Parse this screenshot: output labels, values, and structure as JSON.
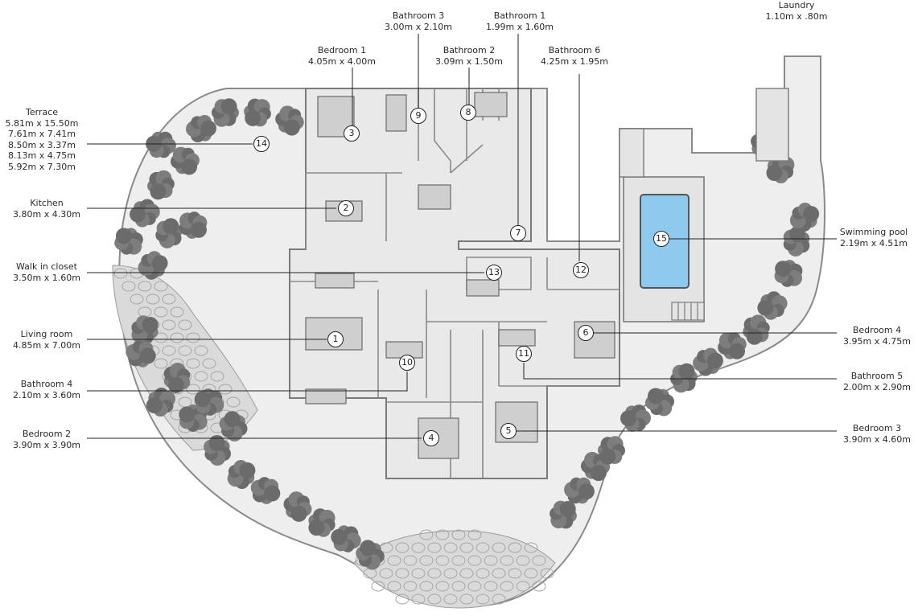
{
  "rooms": {
    "bathroom3": {
      "name": "Bathroom 3",
      "dims": "3.00m x 2.10m"
    },
    "bathroom1": {
      "name": "Bathroom 1",
      "dims": "1.99m x 1.60m"
    },
    "laundry": {
      "name": "Laundry",
      "dims": "1.10m x .80m"
    },
    "bedroom1": {
      "name": "Bedroom 1",
      "dims": "4.05m x 4.00m"
    },
    "bathroom2": {
      "name": "Bathroom 2",
      "dims": "3.09m x 1.50m"
    },
    "bathroom6": {
      "name": "Bathroom 6",
      "dims": "4.25m x 1.95m"
    },
    "terrace": {
      "name": "Terrace",
      "dims": [
        "5.81m x 15.50m",
        "7.61m x 7.41m",
        "8.50m x 3.37m",
        "8.13m x 4.75m",
        "5.92m x 7.30m"
      ]
    },
    "kitchen": {
      "name": "Kitchen",
      "dims": "3.80m x 4.30m"
    },
    "walkin": {
      "name": "Walk in closet",
      "dims": "3.50m x 1.60m"
    },
    "living": {
      "name": "Living room",
      "dims": "4.85m x 7.00m"
    },
    "bathroom4": {
      "name": "Bathroom 4",
      "dims": "2.10m x 3.60m"
    },
    "bedroom2": {
      "name": "Bedroom 2",
      "dims": "3.90m x 3.90m"
    },
    "pool": {
      "name": "Swimming pool",
      "dims": "2.19m x 4.51m"
    },
    "bedroom4": {
      "name": "Bedroom 4",
      "dims": "3.95m x 4.75m"
    },
    "bathroom5": {
      "name": "Bathroom 5",
      "dims": "2.00m x 2.90m"
    },
    "bedroom3": {
      "name": "Bedroom 3",
      "dims": "3.90m x 4.60m"
    }
  },
  "markers": [
    "1",
    "2",
    "3",
    "4",
    "5",
    "6",
    "7",
    "8",
    "9",
    "10",
    "11",
    "12",
    "13",
    "14",
    "15"
  ],
  "colors": {
    "ground": "#eeeeee",
    "wall": "#8a8a8a",
    "foliage": "#6b6b6b",
    "pool": "#8ec9ee",
    "stones": "#d9d9d9",
    "text": "#2a2a2a"
  }
}
